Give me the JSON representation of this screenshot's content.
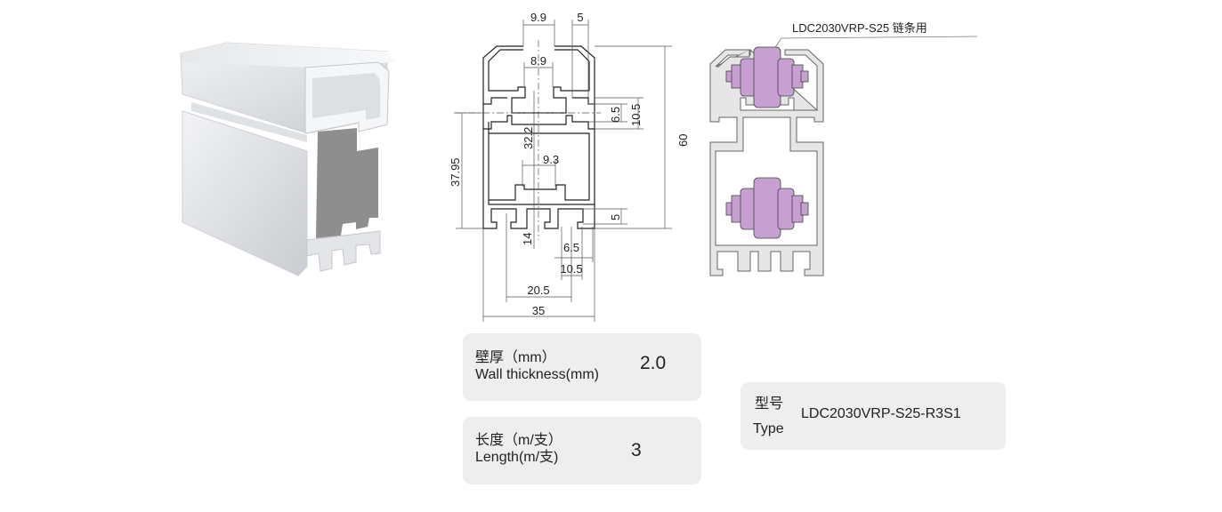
{
  "product_render": {
    "label": "aluminum-profile-3d-render"
  },
  "dimension_drawing": {
    "dims": {
      "top_opening": "9.9",
      "top_lip": "5",
      "inner_slot": "8.9",
      "center_height": "32.2",
      "lower_slot": "9.3",
      "left_height": "37.95",
      "total_height": "60",
      "side_slot_inner": "6.5",
      "side_slot_outer": "10.5",
      "bottom_slot_height": "5",
      "bottom_depth": "14",
      "bottom_slot_inner": "6.5",
      "bottom_slot_outer": "10.5",
      "bottom_pitch": "20.5",
      "total_width": "35"
    }
  },
  "section_view": {
    "callout": "LDC2030VRP-S25 链条用",
    "profile_color": "#e6e6e6",
    "roller_color": "#c79fd1"
  },
  "specs": [
    {
      "label_zh": "壁厚（mm）",
      "label_en": "Wall thickness(mm)",
      "value": "2.0"
    },
    {
      "label_zh": "长度（m/支）",
      "label_en": "Length(m/支)",
      "value": "3"
    }
  ],
  "type_card": {
    "label_zh": "型号",
    "label_en": "Type",
    "value": "LDC2030VRP-S25-R3S1"
  }
}
